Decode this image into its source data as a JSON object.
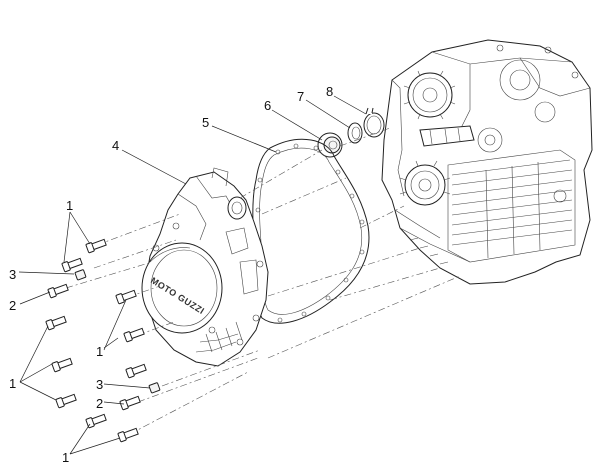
{
  "callouts": {
    "c1_top": "1",
    "c3_top": "3",
    "c2_top": "2",
    "c1_midright": "1",
    "c1_left": "1",
    "c3_bottom": "3",
    "c2_bottom": "2",
    "c1_bottom": "1",
    "c4": "4",
    "c5": "5",
    "c6": "6",
    "c7": "7",
    "c8": "8"
  },
  "cover_logo_text": "MOTO GUZZI",
  "colors": {
    "line": "#222222",
    "dash": "#555555",
    "background": "#ffffff"
  }
}
